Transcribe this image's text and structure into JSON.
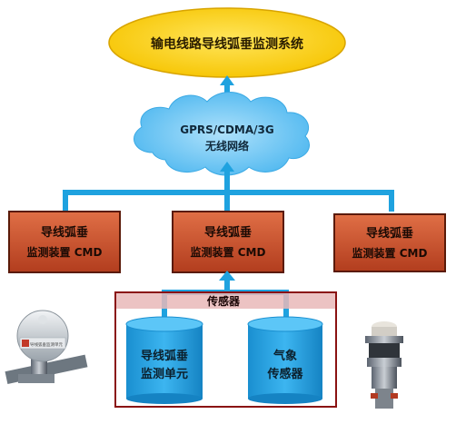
{
  "system": {
    "title": "输电线路导线弧垂监测系统"
  },
  "network": {
    "line1": "GPRS/CDMA/3G",
    "line2": "无线网络"
  },
  "devices": [
    {
      "line1": "导线弧垂",
      "line2": "监测装置 CMD"
    },
    {
      "line1": "导线弧垂",
      "line2": "监测装置 CMD"
    },
    {
      "line1": "导线弧垂",
      "line2": "监测装置 CMD"
    }
  ],
  "sensor_group": {
    "title": "传感器"
  },
  "sensors": [
    {
      "line1": "导线弧垂",
      "line2": "监测单元"
    },
    {
      "line1": "气象",
      "line2": "传感器"
    }
  ],
  "photo_left": {
    "caption": "导线弧垂监测单元"
  },
  "colors": {
    "ellipse": "#ffd21e",
    "cloud": "#6fc7f2",
    "device": "#c8512f",
    "connector": "#1fa2df",
    "sensor": "#1f9fdf"
  }
}
